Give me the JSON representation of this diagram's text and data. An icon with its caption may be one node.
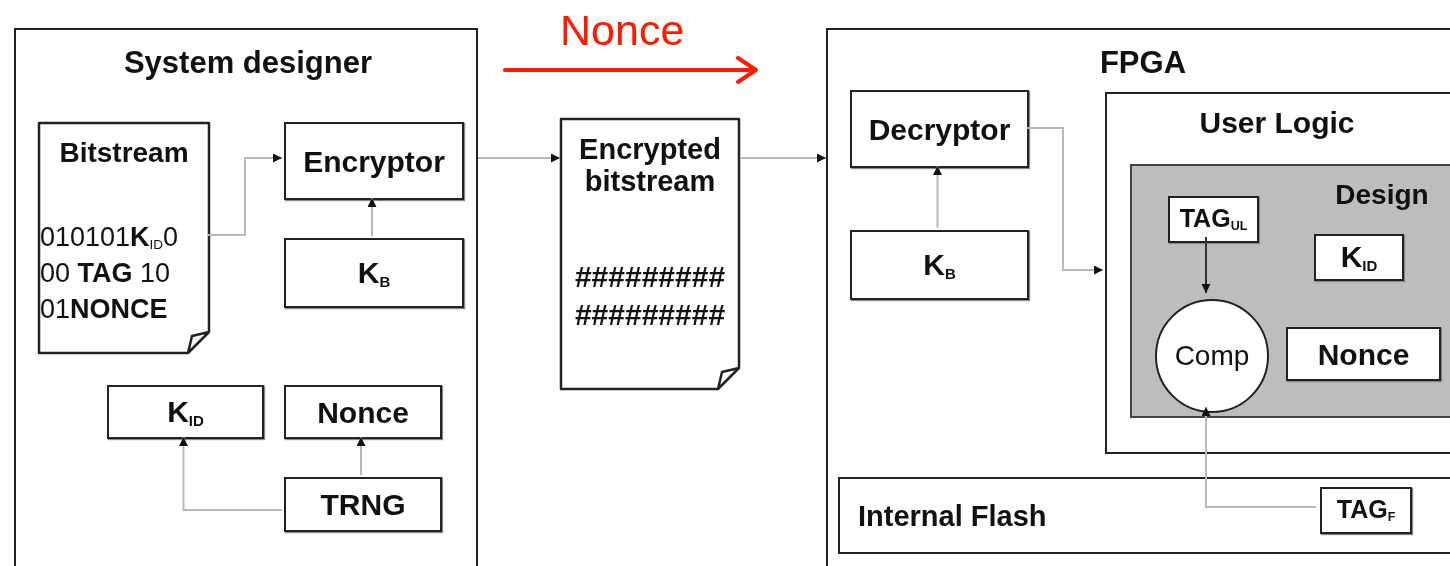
{
  "diagram": {
    "nodes": [
      {
        "text": [
          "System designer"
        ]
      },
      {
        "text": [
          "Bitstream",
          "010101**K**$_{ID}$0 00 **TAG** 10 01**NONCE**"
        ],
        "in": 0
      },
      {
        "text": [
          "Encryptor"
        ],
        "in": 0
      },
      {
        "text": [
          "K$_{B}$"
        ],
        "in": 0
      },
      {
        "text": [
          "K$_{ID}$"
        ],
        "in": 0
      },
      {
        "text": [
          "Nonce"
        ],
        "in": 0
      },
      {
        "text": [
          "TRNG"
        ],
        "in": 0
      },
      {
        "text": [
          "Encrypted bitstream",
          "######### #########"
        ]
      },
      {
        "text": [
          "FPGA"
        ]
      },
      {
        "text": [
          "Decryptor"
        ],
        "in": 8
      },
      {
        "text": [
          "K$_{B}$"
        ],
        "in": 8
      },
      {
        "text": [
          "User Logic"
        ],
        "in": 8
      },
      {
        "text": [
          "Design"
        ],
        "in": 11
      },
      {
        "text": [
          "TAG$_{UL}$"
        ],
        "in": 12
      },
      {
        "text": [
          "K$_{ID}$"
        ],
        "in": 12
      },
      {
        "text": [
          "Comp"
        ],
        "in": 12
      },
      {
        "text": [
          "Nonce"
        ],
        "in": 12
      },
      {
        "text": [
          "Internal Flash"
        ],
        "in": 8
      },
      {
        "text": [
          "TAG$_{F}$"
        ],
        "in": 17
      }
    ],
    "edges": [
      {
        "from": 1,
        "to": 2,
        "arrow": "to"
      },
      {
        "from": 3,
        "to": 2,
        "arrow": "to"
      },
      {
        "from": 6,
        "to": 4,
        "arrow": "to"
      },
      {
        "from": 6,
        "to": 5,
        "arrow": "to"
      },
      {
        "from": 0,
        "to": 7,
        "arrow": "to"
      },
      {
        "from": 7,
        "to": 8,
        "arrow": "to"
      },
      {
        "from": 9,
        "to": 11,
        "arrow": "to"
      },
      {
        "from": 10,
        "to": 9,
        "arrow": "to"
      },
      {
        "from": 13,
        "to": 15,
        "arrow": "to",
        "color": "#333333"
      },
      {
        "from": 18,
        "to": 15,
        "arrow": "to"
      }
    ],
    "labels": [
      "Nonce"
    ]
  }
}
